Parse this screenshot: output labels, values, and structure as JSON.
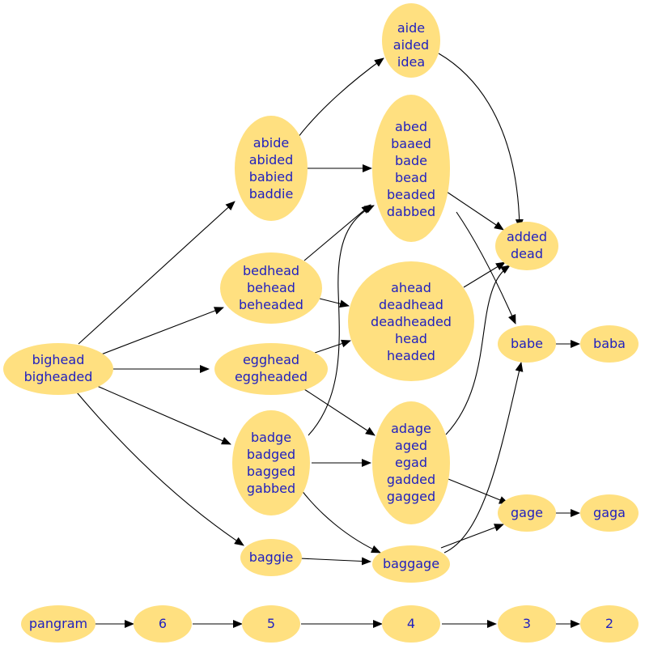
{
  "nodes": {
    "aide": {
      "lines": [
        "aide",
        "aided",
        "idea"
      ]
    },
    "abed": {
      "lines": [
        "abed",
        "baaed",
        "bade",
        "bead",
        "beaded",
        "dabbed"
      ]
    },
    "abide": {
      "lines": [
        "abide",
        "abided",
        "babied",
        "baddie"
      ]
    },
    "added": {
      "lines": [
        "added",
        "dead"
      ]
    },
    "bedhead": {
      "lines": [
        "bedhead",
        "behead",
        "beheaded"
      ]
    },
    "ahead": {
      "lines": [
        "ahead",
        "deadhead",
        "deadheaded",
        "head",
        "headed"
      ]
    },
    "babe": {
      "lines": [
        "babe"
      ]
    },
    "baba": {
      "lines": [
        "baba"
      ]
    },
    "bighead": {
      "lines": [
        "bighead",
        "bigheaded"
      ]
    },
    "egghead": {
      "lines": [
        "egghead",
        "eggheaded"
      ]
    },
    "badge": {
      "lines": [
        "badge",
        "badged",
        "bagged",
        "gabbed"
      ]
    },
    "adage": {
      "lines": [
        "adage",
        "aged",
        "egad",
        "gadded",
        "gagged"
      ]
    },
    "gage": {
      "lines": [
        "gage"
      ]
    },
    "gaga": {
      "lines": [
        "gaga"
      ]
    },
    "baggie": {
      "lines": [
        "baggie"
      ]
    },
    "baggage": {
      "lines": [
        "baggage"
      ]
    },
    "pangram": {
      "lines": [
        "pangram"
      ]
    },
    "n6": {
      "lines": [
        "6"
      ]
    },
    "n5": {
      "lines": [
        "5"
      ]
    },
    "n4": {
      "lines": [
        "4"
      ]
    },
    "n3": {
      "lines": [
        "3"
      ]
    },
    "n2": {
      "lines": [
        "2"
      ]
    }
  },
  "edges": [
    [
      "bighead",
      "abide"
    ],
    [
      "bighead",
      "bedhead"
    ],
    [
      "bighead",
      "egghead"
    ],
    [
      "bighead",
      "badge"
    ],
    [
      "bighead",
      "baggie"
    ],
    [
      "abide",
      "aide"
    ],
    [
      "abide",
      "abed"
    ],
    [
      "aide",
      "added"
    ],
    [
      "abed",
      "added"
    ],
    [
      "abed",
      "babe"
    ],
    [
      "bedhead",
      "abed"
    ],
    [
      "bedhead",
      "ahead"
    ],
    [
      "egghead",
      "ahead"
    ],
    [
      "egghead",
      "adage"
    ],
    [
      "badge",
      "abed"
    ],
    [
      "badge",
      "adage"
    ],
    [
      "badge",
      "baggage"
    ],
    [
      "ahead",
      "added"
    ],
    [
      "adage",
      "added"
    ],
    [
      "adage",
      "gage"
    ],
    [
      "baggie",
      "baggage"
    ],
    [
      "baggage",
      "gage"
    ],
    [
      "baggage",
      "babe"
    ],
    [
      "babe",
      "baba"
    ],
    [
      "gage",
      "gaga"
    ],
    [
      "pangram",
      "n6"
    ],
    [
      "n6",
      "n5"
    ],
    [
      "n5",
      "n4"
    ],
    [
      "n4",
      "n3"
    ],
    [
      "n3",
      "n2"
    ]
  ]
}
